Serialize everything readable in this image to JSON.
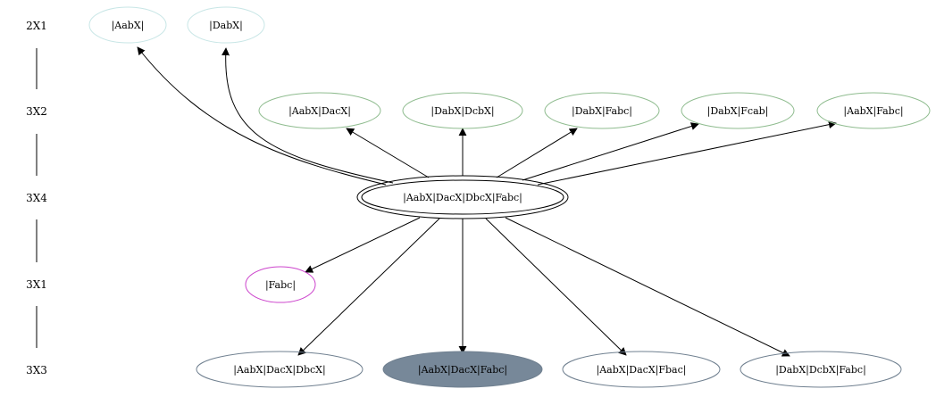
{
  "rows": [
    {
      "id": "r1",
      "label": "2X1"
    },
    {
      "id": "r2",
      "label": "3X2"
    },
    {
      "id": "r3",
      "label": "3X4"
    },
    {
      "id": "r4",
      "label": "3X1"
    },
    {
      "id": "r5",
      "label": "3X3"
    }
  ],
  "nodes": {
    "aabx": {
      "label": "|AabX|",
      "stroke": "#c8e6e6",
      "fill": "none"
    },
    "dabx": {
      "label": "|DabX|",
      "stroke": "#c8e6e6",
      "fill": "none"
    },
    "aabx_dacx": {
      "label": "|AabX|DacX|",
      "stroke": "#8fbc8f",
      "fill": "none"
    },
    "dabx_dcbx": {
      "label": "|DabX|DcbX|",
      "stroke": "#8fbc8f",
      "fill": "none"
    },
    "dabx_fabc": {
      "label": "|DabX|Fabc|",
      "stroke": "#8fbc8f",
      "fill": "none"
    },
    "dabx_fcab": {
      "label": "|DabX|Fcab|",
      "stroke": "#8fbc8f",
      "fill": "none"
    },
    "aabx_fabc": {
      "label": "|AabX|Fabc|",
      "stroke": "#8fbc8f",
      "fill": "none"
    },
    "center": {
      "label": "|AabX|DacX|DbcX|Fabc|",
      "stroke": "#000000",
      "fill": "none"
    },
    "fabc": {
      "label": "|Fabc|",
      "stroke": "#cc44cc",
      "fill": "none"
    },
    "aabx_dacx_dbcx": {
      "label": "|AabX|DacX|DbcX|",
      "stroke": "#708090",
      "fill": "none"
    },
    "aabx_dacx_fabc": {
      "label": "|AabX|DacX|Fabc|",
      "stroke": "#708090",
      "fill": "#778899"
    },
    "aabx_dacx_fbac": {
      "label": "|AabX|DacX|Fbac|",
      "stroke": "#708090",
      "fill": "none"
    },
    "dabx_dcbx_fabc": {
      "label": "|DabX|DcbX|Fabc|",
      "stroke": "#708090",
      "fill": "none"
    }
  },
  "edges": [
    {
      "from": "center",
      "to": "aabx"
    },
    {
      "from": "center",
      "to": "dabx"
    },
    {
      "from": "center",
      "to": "aabx_dacx"
    },
    {
      "from": "center",
      "to": "dabx_dcbx"
    },
    {
      "from": "center",
      "to": "dabx_fabc"
    },
    {
      "from": "center",
      "to": "dabx_fcab"
    },
    {
      "from": "center",
      "to": "aabx_fabc"
    },
    {
      "from": "center",
      "to": "fabc"
    },
    {
      "from": "center",
      "to": "aabx_dacx_dbcx"
    },
    {
      "from": "center",
      "to": "aabx_dacx_fabc"
    },
    {
      "from": "center",
      "to": "aabx_dacx_fbac"
    },
    {
      "from": "center",
      "to": "dabx_dcbx_fabc"
    }
  ]
}
